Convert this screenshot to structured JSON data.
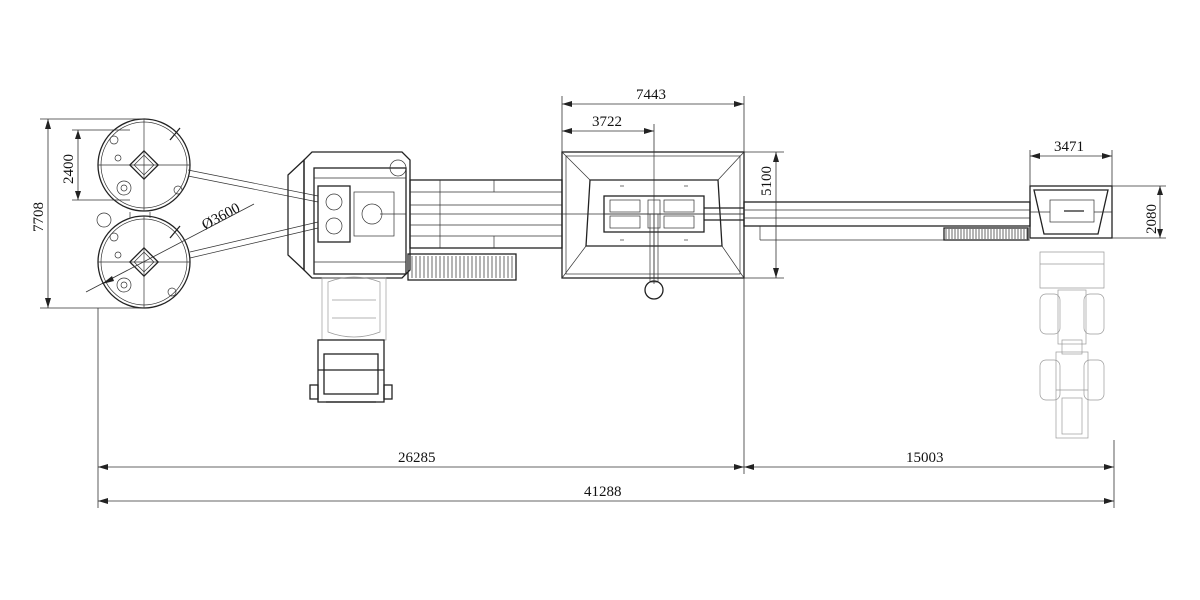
{
  "dimensions": {
    "overall_height": "7708",
    "tank_spacing": "2400",
    "tank_diameter": "Ø3600",
    "center_width_total": "7443",
    "center_width_half": "3722",
    "center_depth": "5100",
    "end_unit_width": "3471",
    "end_unit_depth": "2080",
    "left_span": "26285",
    "right_span": "15003",
    "overall_length": "41288"
  },
  "colors": {
    "line": "#222222",
    "ghost_vehicle": "#9a9a9a",
    "background": "#ffffff"
  }
}
